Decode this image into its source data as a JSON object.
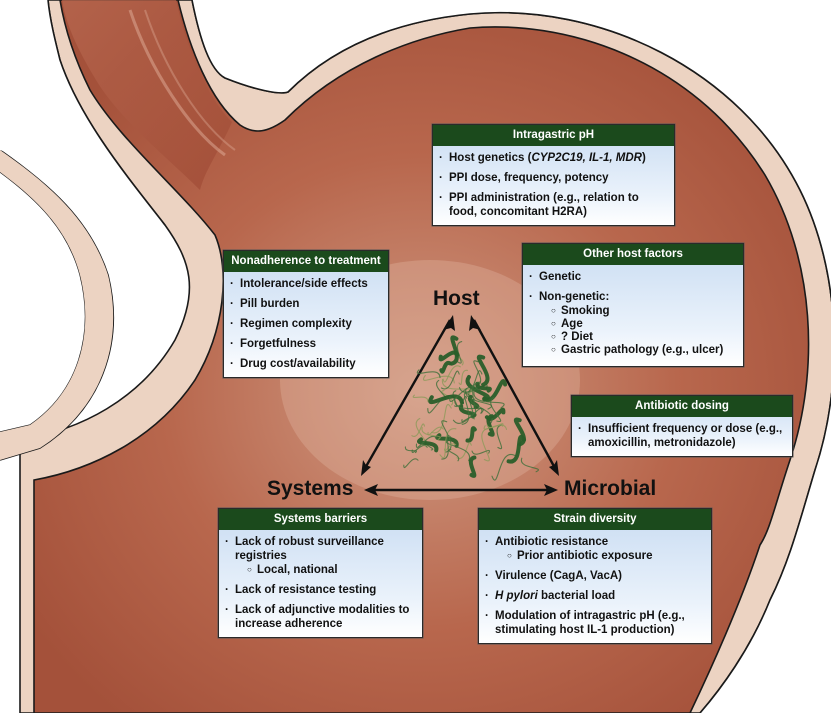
{
  "figure": {
    "colors": {
      "header_green": "#1b4a1c",
      "box_blue": "#c9dcf2",
      "stomach_wall": "#ecd3c2",
      "stomach_mucosa": "#b5634b",
      "outline": "#1a1a1a",
      "bacteria": "#2f6b2f"
    },
    "triangle": {
      "vertices": {
        "host": "Host",
        "systems": "Systems",
        "microbial": "Microbial"
      },
      "center_icon": "bacteria-cluster-icon"
    },
    "boxes": {
      "intragastric_ph": {
        "title": "Intragastric pH",
        "items": [
          {
            "text_pre": "Host genetics (",
            "text_italic": "CYP2C19, IL-1, MDR",
            "text_post": ")"
          },
          {
            "text": "PPI dose, frequency, potency"
          },
          {
            "text": "PPI administration (e.g., relation to food, concomitant H2RA)"
          }
        ]
      },
      "nonadherence": {
        "title": "Nonadherence to treatment",
        "items": [
          "Intolerance/side effects",
          "Pill burden",
          "Regimen complexity",
          "Forgetfulness",
          "Drug cost/availability"
        ]
      },
      "other_host": {
        "title": "Other host factors",
        "items": [
          {
            "text": "Genetic"
          },
          {
            "text": "Non-genetic:",
            "sub": [
              "Smoking",
              "Age",
              "? Diet",
              "Gastric pathology (e.g., ulcer)"
            ]
          }
        ]
      },
      "antibiotic_dosing": {
        "title": "Antibiotic dosing",
        "items": [
          "Insufficient frequency or dose (e.g., amoxicillin, metronidazole)"
        ]
      },
      "systems_barriers": {
        "title": "Systems barriers",
        "items": [
          {
            "text": "Lack of robust surveillance registries",
            "sub": [
              "Local, national"
            ]
          },
          {
            "text": "Lack of resistance testing"
          },
          {
            "text": "Lack of adjunctive modalities to increase adherence"
          }
        ]
      },
      "strain_diversity": {
        "title": "Strain diversity",
        "items": [
          {
            "text": "Antibiotic resistance",
            "sub": [
              "Prior antibiotic exposure"
            ]
          },
          {
            "text": "Virulence (CagA, VacA)"
          },
          {
            "text_italic": "H pylori",
            "text_post": " bacterial load"
          },
          {
            "text": "Modulation of intragastric pH (e.g., stimulating host IL-1 production)"
          }
        ]
      }
    }
  }
}
